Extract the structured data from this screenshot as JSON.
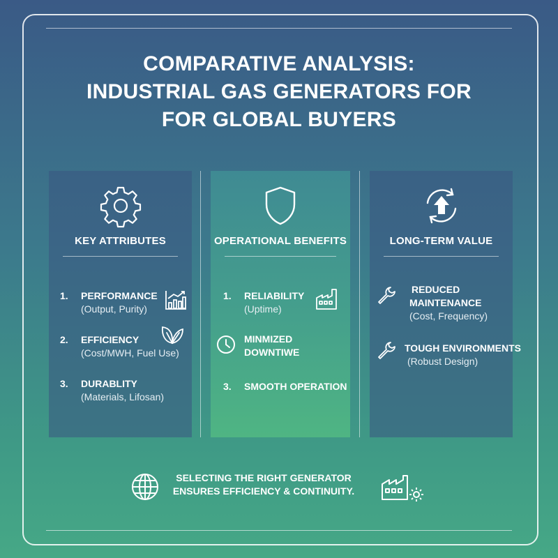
{
  "title": {
    "line1": "COMPARATIVE ANALYSIS:",
    "line2": "INDUSTRIAL GAS GENERATORS FOR",
    "line3": "FOR GLOBAL BUYERS"
  },
  "columns": [
    {
      "heading": "KEY ATTRIBUTES",
      "icon": "gear-icon",
      "items": [
        {
          "number": "1.",
          "name": "PERFORMANCE",
          "detail": "(Output, Purity)",
          "icon": "bar-chart-icon"
        },
        {
          "number": "2.",
          "name": "EFFICIENCY",
          "detail": "(Cost/MWH, Fuel Use)",
          "icon": "leaf-icon"
        },
        {
          "number": "3.",
          "name": "DURABLITY",
          "detail": "(Materials, Lifosan)"
        }
      ]
    },
    {
      "heading": "OPERATIONAL BENEFITS",
      "icon": "shield-icon",
      "items": [
        {
          "number": "1.",
          "name": "RELIABILITY",
          "detail": "(Uptime)",
          "icon": "factory-icon"
        },
        {
          "name_line1": "MINMIZED",
          "name_line2": "DOWNTIWE",
          "icon": "clock-icon"
        },
        {
          "number": "3.",
          "name": "SMOOTH OPERATION"
        }
      ]
    },
    {
      "heading": "LONG-TERM VALUE",
      "icon": "refresh-arrow-icon",
      "items": [
        {
          "name_line1": "REDUCED",
          "name_line2": "MAINTENANCE",
          "detail": "(Cost, Frequency)",
          "icon": "wrench-icon"
        },
        {
          "name": "TOUGH ENVIRONMENTS",
          "detail": "(Robust Design)",
          "icon": "wrench-icon"
        }
      ]
    }
  ],
  "footer": {
    "line1": "SELECTING THE RIGHT GENERATOR",
    "line2": "ENSURES EFFICIENCY & CONTINUITY.",
    "left_icon": "globe-icon",
    "right_icon": "factory-gear-icon"
  }
}
